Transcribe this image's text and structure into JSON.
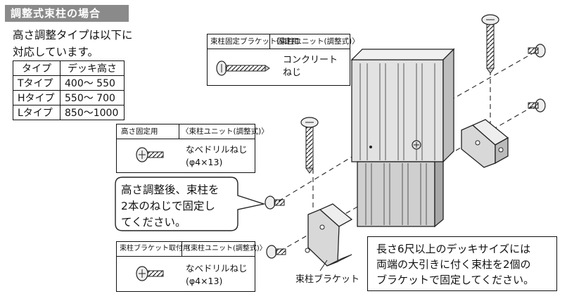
{
  "header": {
    "title": "調整式束柱の場合"
  },
  "intro": {
    "line1": "高さ調整タイプは以下に",
    "line2": "対応しています。"
  },
  "type_table": {
    "headers": [
      "タイプ",
      "デッキ高さ"
    ],
    "rows": [
      {
        "type": "Tタイプ",
        "height": "400～ 550"
      },
      {
        "type": "Hタイプ",
        "height": "550～ 700"
      },
      {
        "type": "Lタイプ",
        "height": "850～1000"
      }
    ]
  },
  "box_top": {
    "label_left": "束柱固定ブラケット固定用",
    "label_right": "〈束柱ユニット(調整式)〉",
    "part_line1": "コンクリート",
    "part_line2": "ねじ"
  },
  "box_mid": {
    "label_left": "高さ固定用",
    "label_right": "〈束柱ユニット(調整式)〉",
    "part_line1": "なべドリルねじ",
    "part_line2": "(φ4×13)"
  },
  "box_bottom": {
    "label_left": "束柱ブラケット取付用",
    "label_right": "〈束柱ユニット(調整式)〉",
    "part_line1": "なべドリルねじ",
    "part_line2": "(φ4×13)"
  },
  "callout": {
    "line1": "高さ調整後、束柱を",
    "line2": "2本のねじで固定し",
    "line3": "てください。"
  },
  "bracket_label": "束柱ブラケット",
  "note": {
    "line1": "長さ6尺以上のデッキサイズには",
    "line2": "両端の大引きに付く束柱を2個の",
    "line3": "ブラケットで固定してください。"
  },
  "colors": {
    "title_bg": "#8a8a8a",
    "post_shade": "#d6d6d6",
    "bracket": "#d0d0d0"
  }
}
